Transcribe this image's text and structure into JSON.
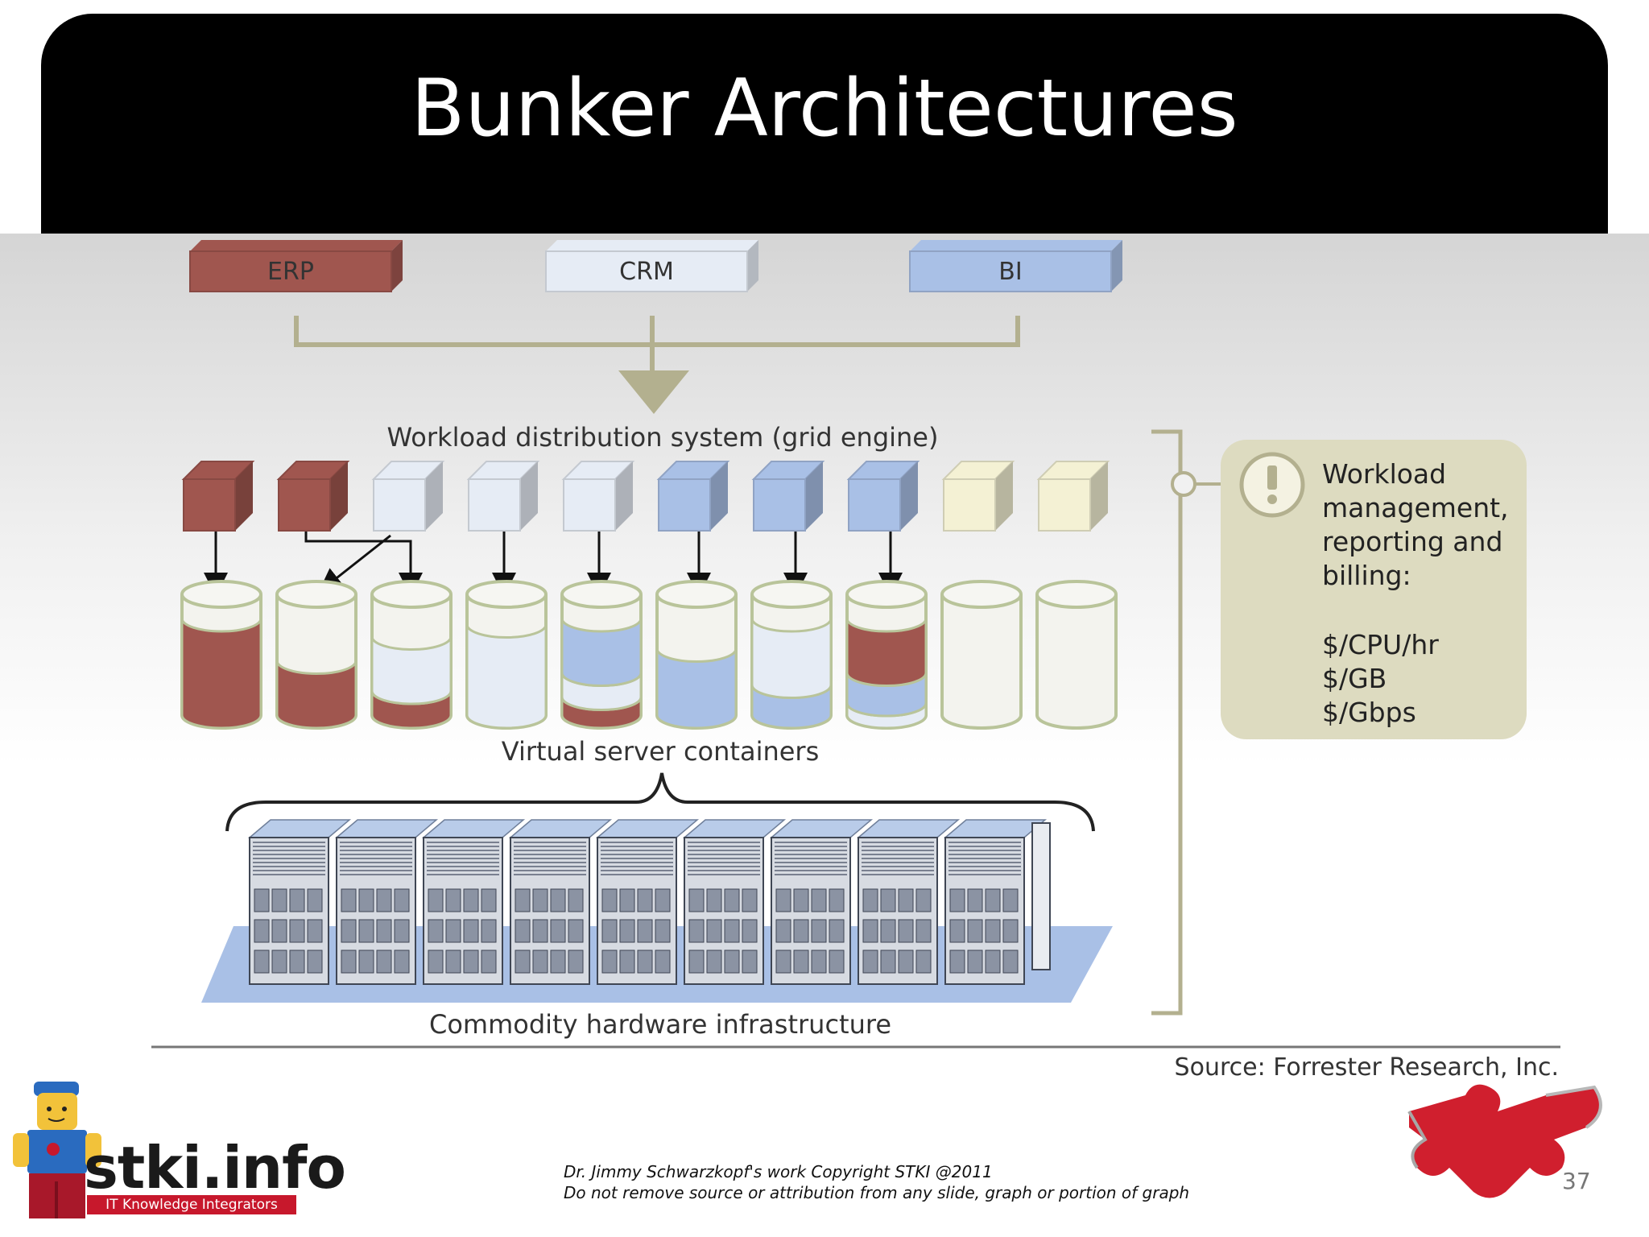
{
  "slide": {
    "title": "Bunker Architectures",
    "page_number": "37"
  },
  "diagram": {
    "apps": [
      {
        "label": "ERP",
        "color": "#a0564f"
      },
      {
        "label": "CRM",
        "color": "#e6ecf5"
      },
      {
        "label": "BI",
        "color": "#a9c0e6"
      }
    ],
    "workload_label": "Workload distribution system (grid engine)",
    "virtual_label": "Virtual server containers",
    "hardware_label": "Commodity hardware infrastructure",
    "callout": {
      "heading_lines": [
        "Workload",
        "management,",
        "reporting and",
        "billing:"
      ],
      "metrics": [
        "$/CPU/hr",
        "$/GB",
        "$/Gbps"
      ]
    },
    "source": "Source: Forrester Research, Inc."
  },
  "footer": {
    "copyright_line1": "Dr. Jimmy Schwarzkopf's work  Copyright STKI @2011",
    "copyright_line2": "Do not remove source or attribution from any slide, graph or portion of graph"
  },
  "logo": {
    "name": "stki.info",
    "tagline": "IT Knowledge Integrators"
  },
  "colors": {
    "erp": "#a0564f",
    "crm": "#e6ecf5",
    "bi": "#a9c0e6",
    "idle": "#f4f1d4",
    "bracket": "#b3b08f",
    "callout_bg": "#dddbc0",
    "header": "#000000"
  }
}
